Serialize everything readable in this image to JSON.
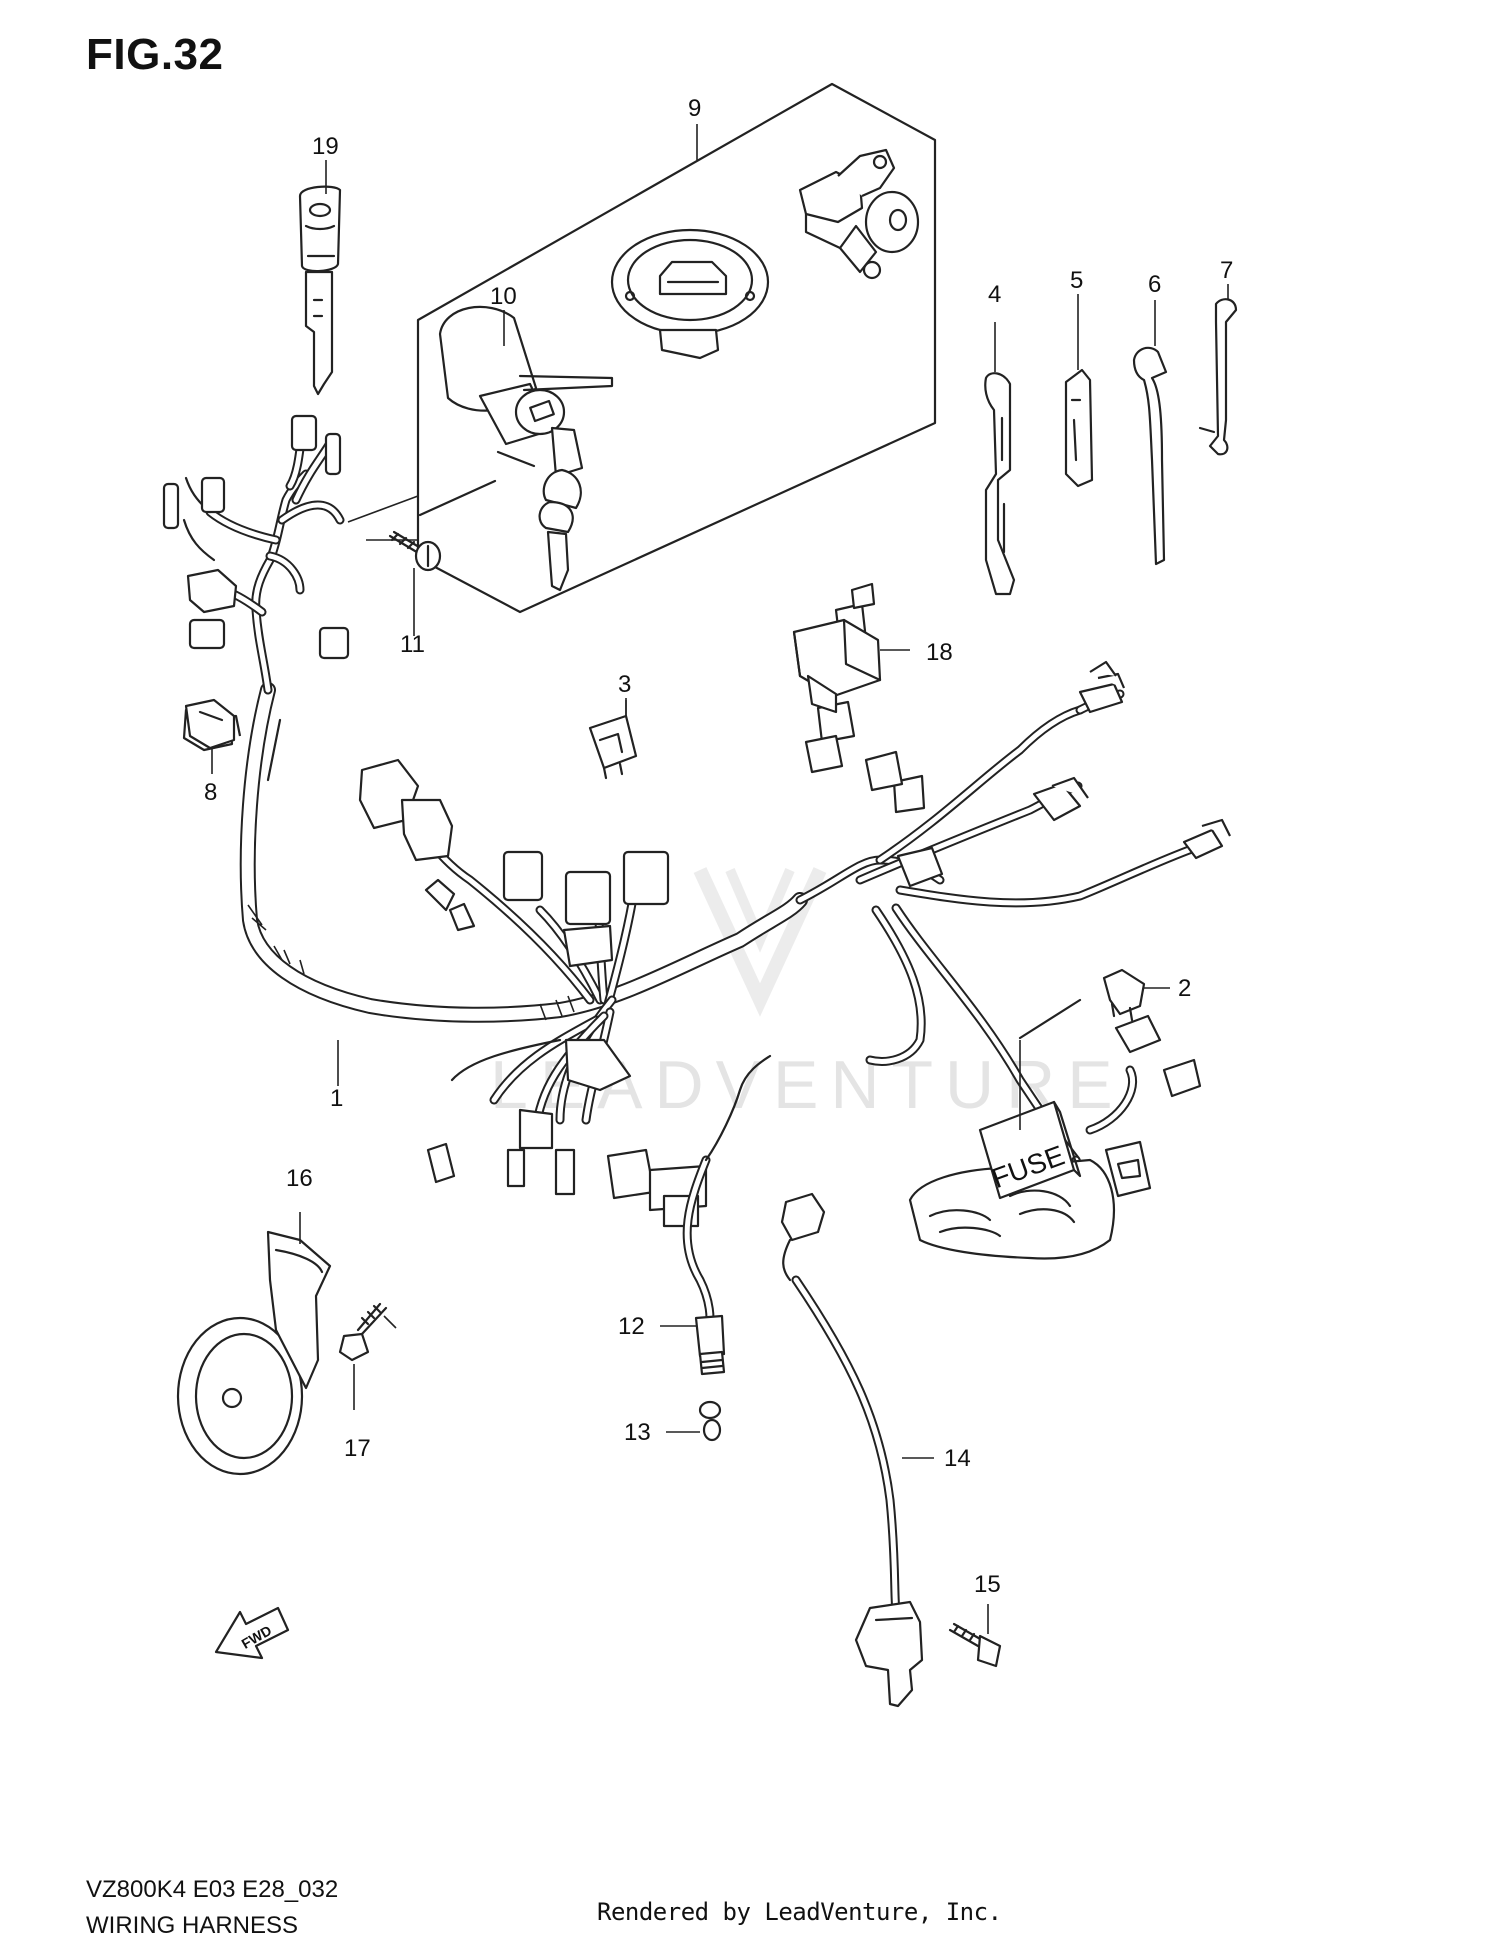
{
  "figure": {
    "title": "FIG.32",
    "code": "VZ800K4 E03 E28_032",
    "name": "WIRING HARNESS",
    "rendered_by": "Rendered by LeadVenture, Inc.",
    "watermark": "LEADVENTURE",
    "fuse_label": "FUSE",
    "fwd_label": "FWD"
  },
  "callouts": {
    "c1": "1",
    "c2": "2",
    "c3": "3",
    "c4": "4",
    "c5": "5",
    "c6": "6",
    "c7": "7",
    "c8": "8",
    "c9": "9",
    "c10": "10",
    "c11": "11",
    "c12": "12",
    "c13": "13",
    "c14": "14",
    "c15": "15",
    "c16": "16",
    "c17": "17",
    "c18": "18",
    "c19": "19"
  }
}
